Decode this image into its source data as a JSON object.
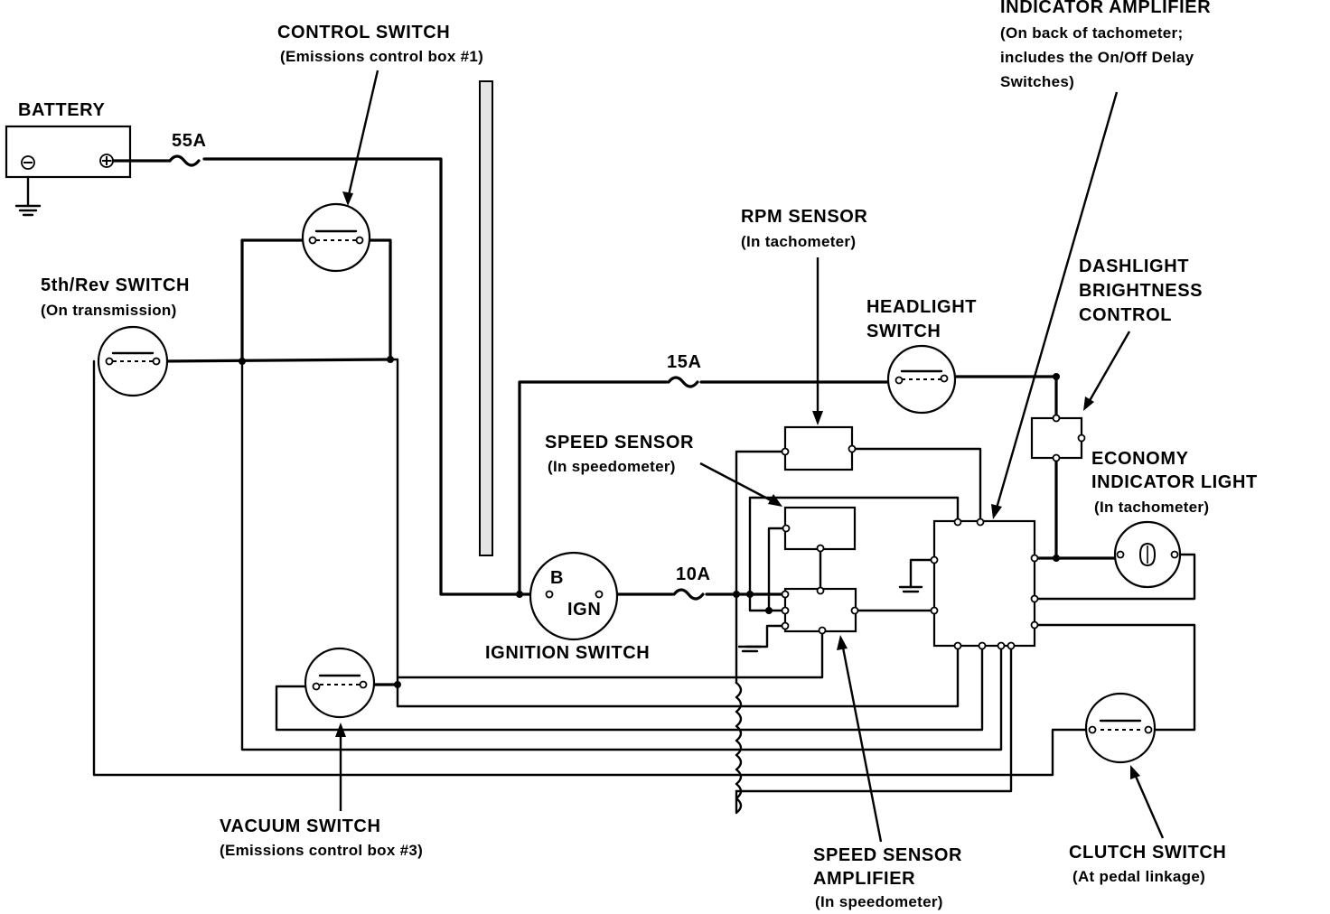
{
  "labels": {
    "battery": "BATTERY",
    "fuse_main": "55A",
    "control_switch": "CONTROL SWITCH",
    "control_switch_loc": "(Emissions control box #1)",
    "fifth_rev_switch": "5th/Rev SWITCH",
    "fifth_rev_loc": "(On transmission)",
    "indicator_amp": "INDICATOR AMPLIFIER",
    "indicator_amp_loc1": "(On back of tachometer;",
    "indicator_amp_loc2": "includes the On/Off Delay",
    "indicator_amp_loc3": "Switches)",
    "rpm_sensor": "RPM SENSOR",
    "rpm_sensor_loc": "(In tachometer)",
    "dashlight1": "DASHLIGHT",
    "dashlight2": "BRIGHTNESS",
    "dashlight3": "CONTROL",
    "headlight1": "HEADLIGHT",
    "headlight2": "SWITCH",
    "fuse_15": "15A",
    "speed_sensor": "SPEED SENSOR",
    "speed_sensor_loc": "(In speedometer)",
    "economy1": "ECONOMY",
    "economy2": "INDICATOR LIGHT",
    "economy_loc": "(In tachometer)",
    "fuse_10": "10A",
    "ign_b": "B",
    "ign_ign": "IGN",
    "ignition_switch": "IGNITION SWITCH",
    "vacuum_switch": "VACUUM SWITCH",
    "vacuum_loc": "(Emissions control box #3)",
    "ssa1": "SPEED SENSOR",
    "ssa2": "AMPLIFIER",
    "ssa_loc": "(In speedometer)",
    "clutch_switch": "CLUTCH SWITCH",
    "clutch_loc": "(At pedal linkage)"
  }
}
